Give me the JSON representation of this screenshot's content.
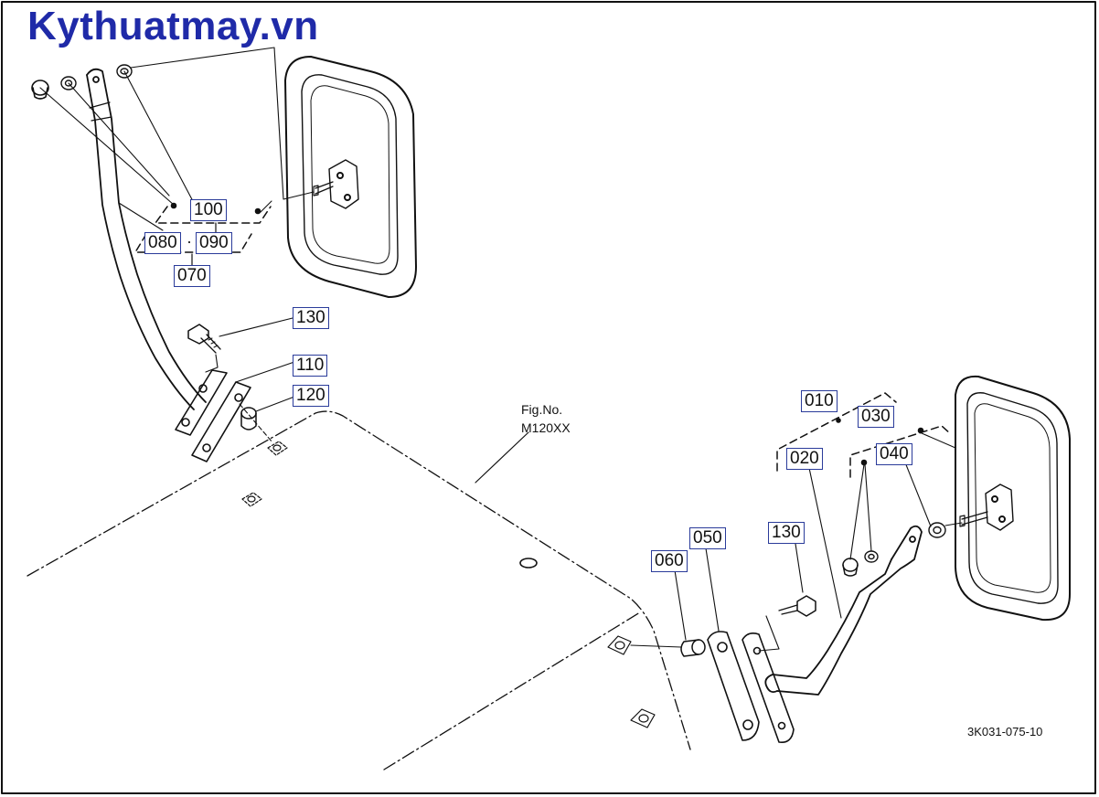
{
  "header": {
    "site_title": "Kythuatmay.vn"
  },
  "figure": {
    "fig_no_line1": "Fig.No.",
    "fig_no_line2": "M120XX",
    "drawing_code": "3K031-075-10"
  },
  "parts": {
    "left": {
      "p100": "100",
      "p080": "080",
      "p090": "090",
      "p070": "070",
      "p130": "130",
      "p110": "110",
      "p120": "120"
    },
    "right": {
      "p010": "010",
      "p030": "030",
      "p020": "020",
      "p040": "040",
      "p130": "130",
      "p050": "050",
      "p060": "060"
    },
    "separator": "·"
  }
}
